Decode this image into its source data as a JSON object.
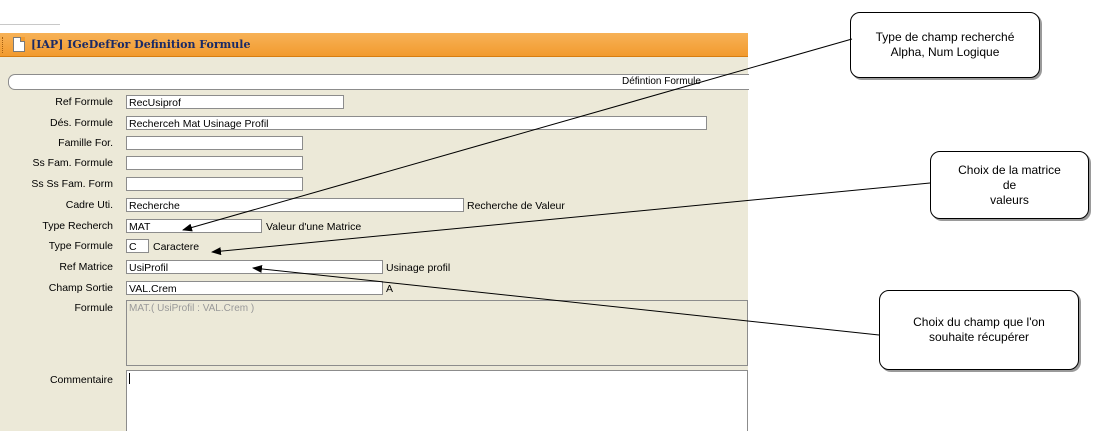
{
  "window": {
    "title": "[IAP] IGeDefFor Definition Formule"
  },
  "section": {
    "title": "Défintion Formule"
  },
  "form": {
    "ref_formule": {
      "label": "Ref Formule",
      "value": "RecUsiprof"
    },
    "des_formule": {
      "label": "Dés. Formule",
      "value": "Recherceh Mat Usinage Profil"
    },
    "famille_for": {
      "label": "Famille For.",
      "value": ""
    },
    "ss_fam_formule": {
      "label": "Ss Fam. Formule",
      "value": ""
    },
    "ss_ss_fam_form": {
      "label": "Ss Ss Fam. Form",
      "value": ""
    },
    "cadre_uti": {
      "label": "Cadre Uti.",
      "value": "Recherche",
      "desc": "Recherche de Valeur"
    },
    "type_recherch": {
      "label": "Type Recherch",
      "value": "MAT",
      "desc": "Valeur d'une Matrice"
    },
    "type_formule": {
      "label": "Type Formule",
      "value": "C",
      "desc": "Caractere"
    },
    "ref_matrice": {
      "label": "Ref Matrice",
      "value": "UsiProfil",
      "desc": "Usinage profil"
    },
    "champ_sortie": {
      "label": "Champ Sortie",
      "value": "VAL.Crem",
      "desc": "A"
    },
    "formule": {
      "label": "Formule",
      "value": "MAT.( UsiProfil : VAL.Crem )"
    },
    "commentaire": {
      "label": "Commentaire",
      "value": ""
    }
  },
  "callouts": {
    "type_champ": {
      "line1": "Type de champ recherché",
      "line2": "Alpha, Num Logique"
    },
    "matrice": {
      "line1": "Choix de la matrice",
      "line2": "de",
      "line3": "valeurs"
    },
    "champ": {
      "line1": "Choix du champ que l'on",
      "line2": "souhaite récupérer"
    }
  }
}
